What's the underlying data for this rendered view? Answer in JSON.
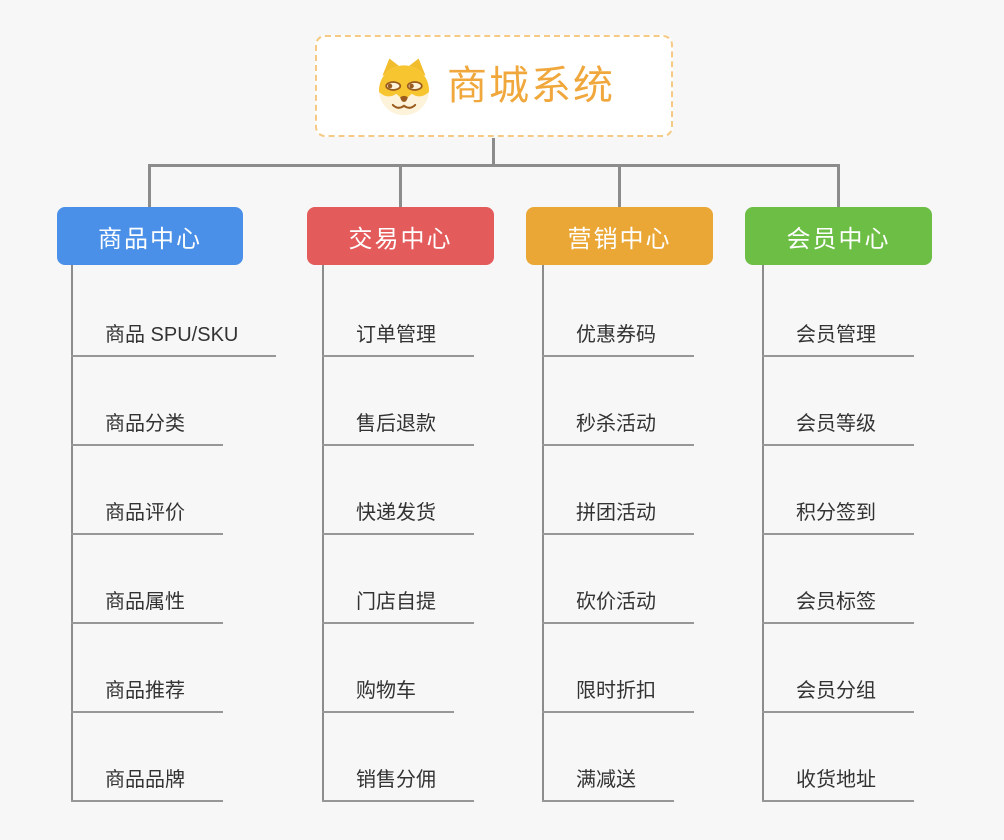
{
  "root": {
    "title": "商城系统",
    "icon": "dog-face-icon"
  },
  "branches": [
    {
      "label": "商品中心",
      "color": "#4a90e8",
      "children": [
        "商品 SPU/SKU",
        "商品分类",
        "商品评价",
        "商品属性",
        "商品推荐",
        "商品品牌"
      ]
    },
    {
      "label": "交易中心",
      "color": "#e45b5b",
      "children": [
        "订单管理",
        "售后退款",
        "快递发货",
        "门店自提",
        "购物车",
        "销售分佣"
      ]
    },
    {
      "label": "营销中心",
      "color": "#eaa735",
      "children": [
        "优惠券码",
        "秒杀活动",
        "拼团活动",
        "砍价活动",
        "限时折扣",
        "满减送"
      ]
    },
    {
      "label": "会员中心",
      "color": "#6cbe45",
      "children": [
        "会员管理",
        "会员等级",
        "积分签到",
        "会员标签",
        "会员分组",
        "收货地址"
      ]
    }
  ],
  "colors": {
    "background": "#f7f7f7",
    "node_bg": "#ffffff",
    "root_text": "#f0a73c",
    "root_border": "#f6ca85",
    "branch_text": "#ffffff",
    "connector": "#8c8c8c",
    "leaf_line": "#979797",
    "leaf_text": "#333333"
  }
}
